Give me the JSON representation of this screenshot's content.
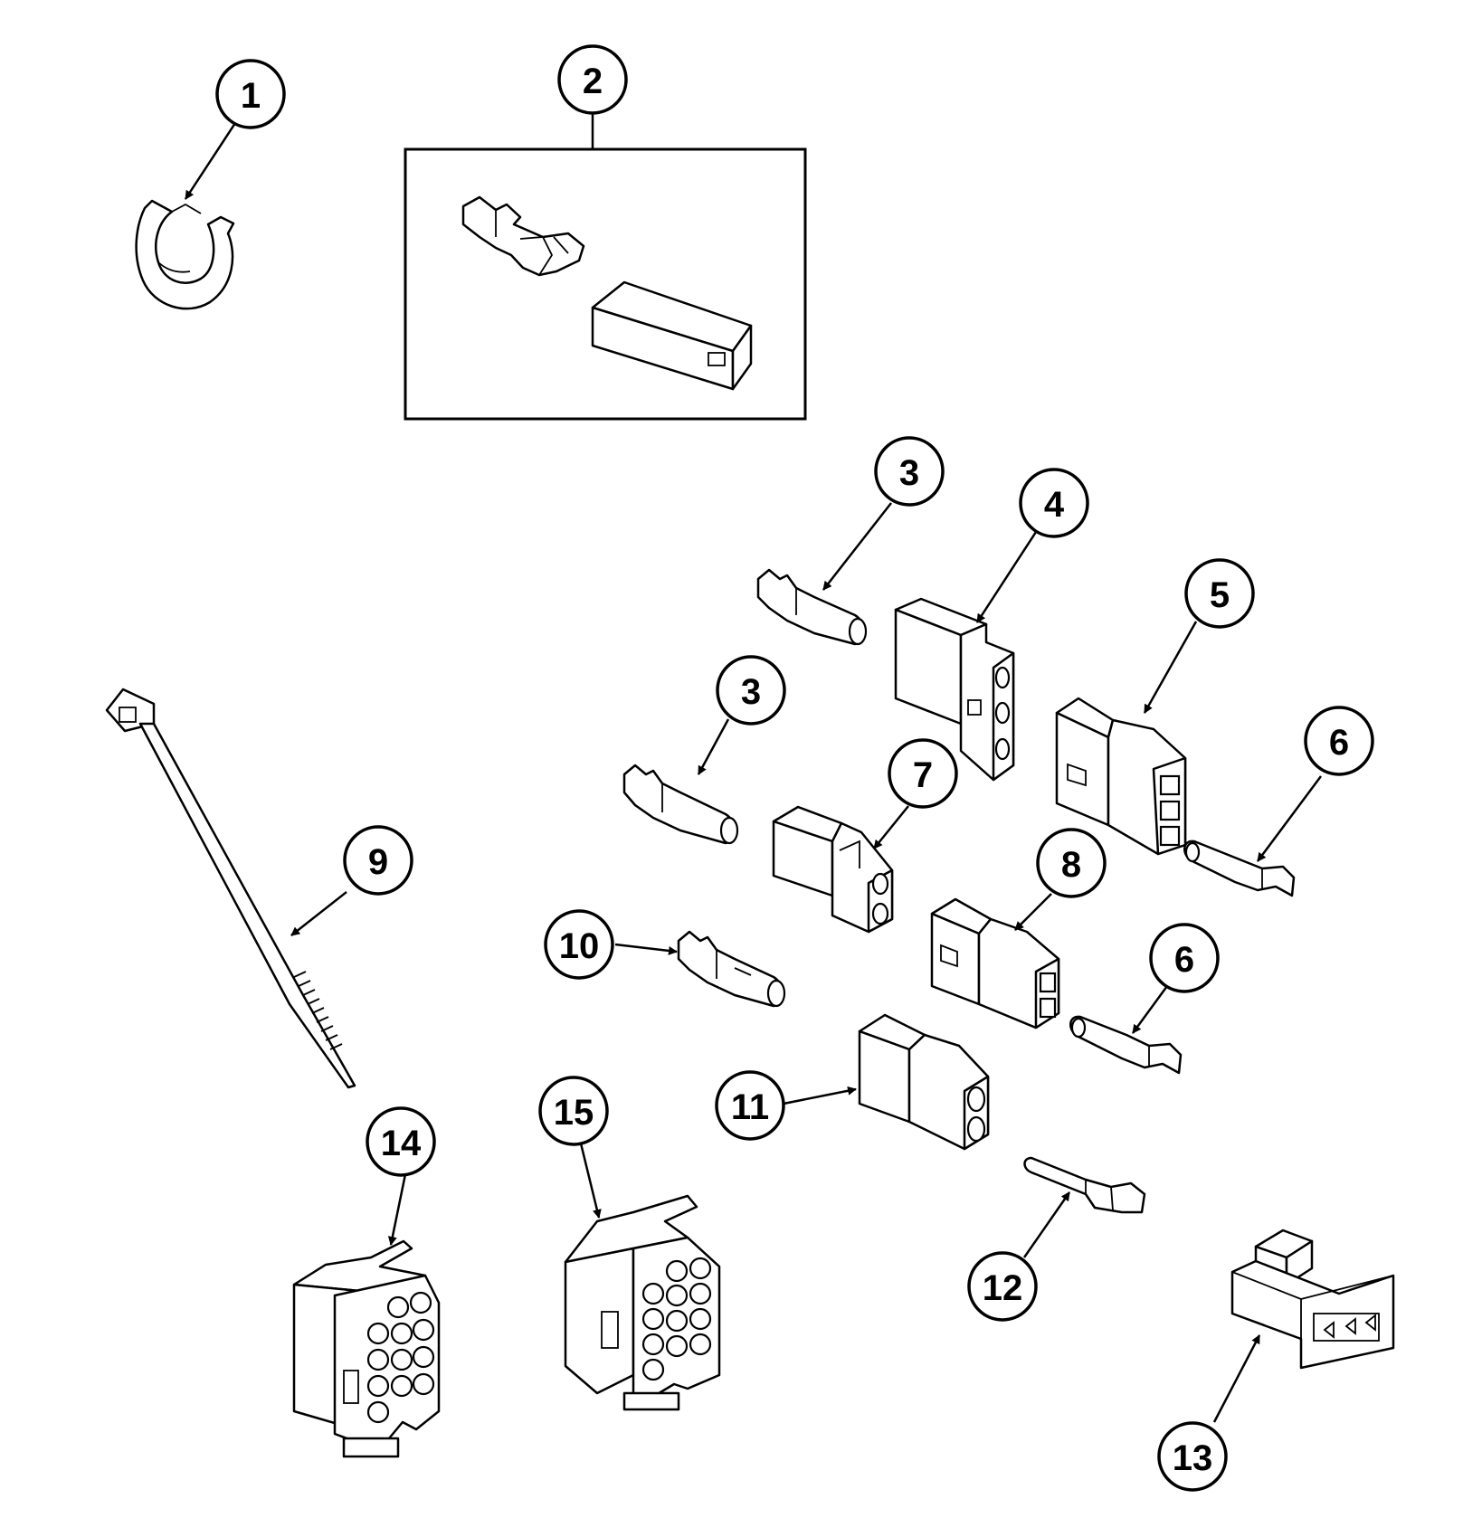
{
  "diagram": {
    "callouts": {
      "c1": "1",
      "c2": "2",
      "c3a": "3",
      "c3b": "3",
      "c4": "4",
      "c5": "5",
      "c6a": "6",
      "c6b": "6",
      "c7": "7",
      "c8": "8",
      "c9": "9",
      "c10": "10",
      "c11": "11",
      "c12": "12",
      "c13": "13",
      "c14": "14",
      "c15": "15"
    }
  }
}
